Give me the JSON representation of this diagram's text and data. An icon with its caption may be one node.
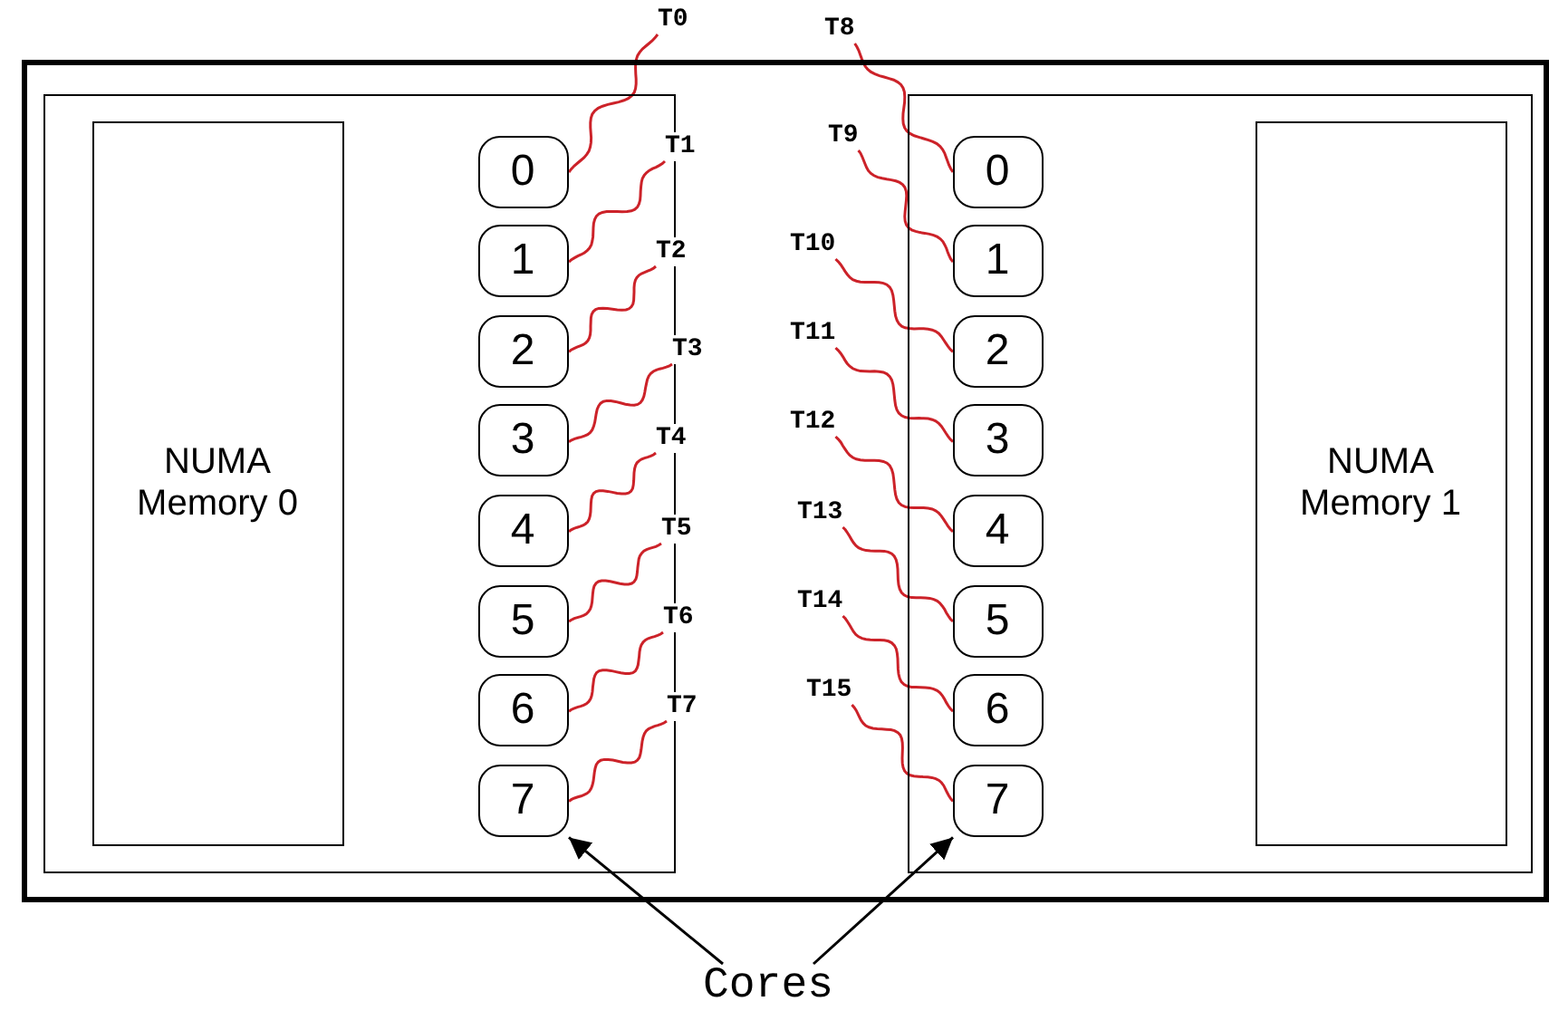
{
  "diagram": {
    "nodes": [
      {
        "text": [],
        "shape": "box"
      },
      {
        "text": [],
        "shape": "box",
        "in": 0
      },
      {
        "text": [
          "NUMA Memory 0"
        ],
        "in": 1
      },
      {
        "text": [
          "0"
        ],
        "in": 1
      },
      {
        "text": [
          "1"
        ],
        "in": 1
      },
      {
        "text": [
          "2"
        ],
        "in": 1
      },
      {
        "text": [
          "3"
        ],
        "in": 1
      },
      {
        "text": [
          "4"
        ],
        "in": 1
      },
      {
        "text": [
          "5"
        ],
        "in": 1
      },
      {
        "text": [
          "6"
        ],
        "in": 1
      },
      {
        "text": [
          "7"
        ],
        "in": 1
      },
      {
        "text": [],
        "shape": "box",
        "in": 0
      },
      {
        "text": [
          "NUMA Memory 1"
        ],
        "in": 11
      },
      {
        "text": [
          "0"
        ],
        "in": 11
      },
      {
        "text": [
          "1"
        ],
        "in": 11
      },
      {
        "text": [
          "2"
        ],
        "in": 11
      },
      {
        "text": [
          "3"
        ],
        "in": 11
      },
      {
        "text": [
          "4"
        ],
        "in": 11
      },
      {
        "text": [
          "5"
        ],
        "in": 11
      },
      {
        "text": [
          "6"
        ],
        "in": 11
      },
      {
        "text": [
          "7"
        ],
        "in": 11
      },
      {
        "text": [
          "T0"
        ]
      },
      {
        "text": [
          "T1"
        ],
        "in": 0
      },
      {
        "text": [
          "T2"
        ],
        "in": 0
      },
      {
        "text": [
          "T3"
        ],
        "in": 0
      },
      {
        "text": [
          "T4"
        ],
        "in": 0
      },
      {
        "text": [
          "T5"
        ],
        "in": 0
      },
      {
        "text": [
          "T6"
        ],
        "in": 0
      },
      {
        "text": [
          "T7"
        ],
        "in": 0
      },
      {
        "text": [
          "T8"
        ]
      },
      {
        "text": [
          "T9"
        ],
        "in": 0
      },
      {
        "text": [
          "T10"
        ],
        "in": 0
      },
      {
        "text": [
          "T11"
        ],
        "in": 0
      },
      {
        "text": [
          "T12"
        ],
        "in": 0
      },
      {
        "text": [
          "T13"
        ],
        "in": 0
      },
      {
        "text": [
          "T14"
        ],
        "in": 0
      },
      {
        "text": [
          "T15"
        ],
        "in": 0
      },
      {
        "text": [
          "Cores"
        ]
      }
    ],
    "edges": [
      {
        "from": 21,
        "to": 3,
        "arrow": "none",
        "color": "#cc2229"
      },
      {
        "from": 22,
        "to": 4,
        "arrow": "none",
        "color": "#cc2229"
      },
      {
        "from": 23,
        "to": 5,
        "arrow": "none",
        "color": "#cc2229"
      },
      {
        "from": 24,
        "to": 6,
        "arrow": "none",
        "color": "#cc2229"
      },
      {
        "from": 25,
        "to": 7,
        "arrow": "none",
        "color": "#cc2229"
      },
      {
        "from": 26,
        "to": 8,
        "arrow": "none",
        "color": "#cc2229"
      },
      {
        "from": 27,
        "to": 9,
        "arrow": "none",
        "color": "#cc2229"
      },
      {
        "from": 28,
        "to": 10,
        "arrow": "none",
        "color": "#cc2229"
      },
      {
        "from": 29,
        "to": 13,
        "arrow": "none",
        "color": "#cc2229"
      },
      {
        "from": 30,
        "to": 14,
        "arrow": "none",
        "color": "#cc2229"
      },
      {
        "from": 31,
        "to": 15,
        "arrow": "none",
        "color": "#cc2229"
      },
      {
        "from": 32,
        "to": 16,
        "arrow": "none",
        "color": "#cc2229"
      },
      {
        "from": 33,
        "to": 17,
        "arrow": "none",
        "color": "#cc2229"
      },
      {
        "from": 34,
        "to": 18,
        "arrow": "none",
        "color": "#cc2229"
      },
      {
        "from": 35,
        "to": 19,
        "arrow": "none",
        "color": "#cc2229"
      },
      {
        "from": 36,
        "to": 20,
        "arrow": "none",
        "color": "#cc2229"
      },
      {
        "from": 37,
        "to": 10,
        "arrow": "to",
        "color": "#000000"
      },
      {
        "from": 37,
        "to": 20,
        "arrow": "to",
        "color": "#000000"
      }
    ]
  }
}
